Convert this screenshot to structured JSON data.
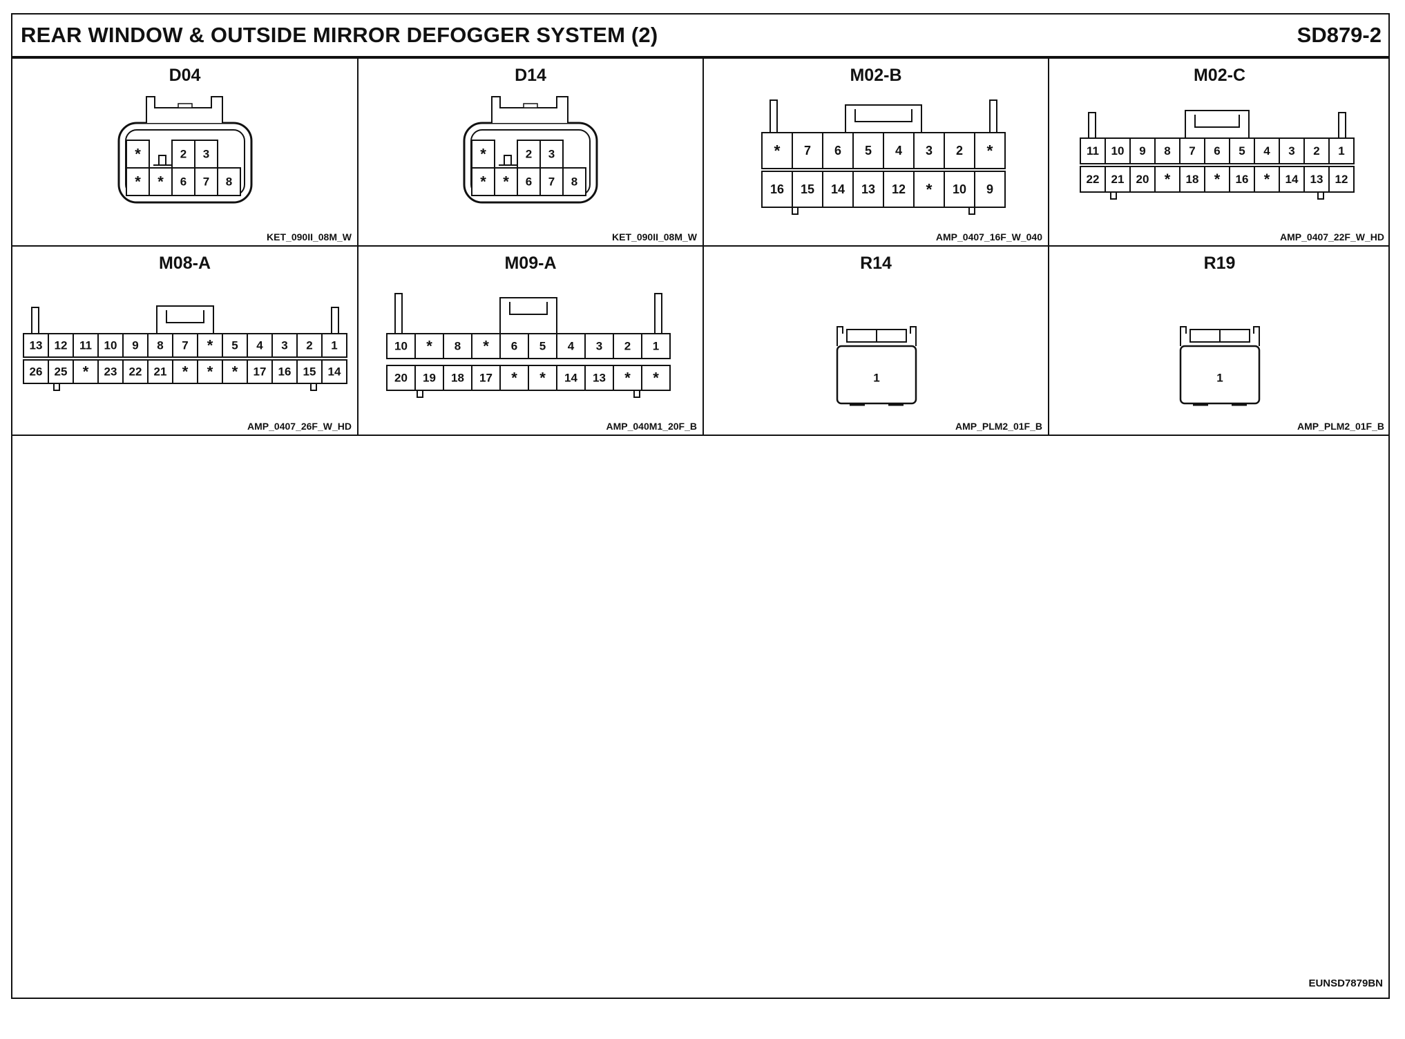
{
  "header": {
    "title": "REAR WINDOW & OUTSIDE MIRROR DEFOGGER SYSTEM (2)",
    "sheet_number": "SD879-2"
  },
  "footer_code": "EUNSD7879BN",
  "connectors": [
    {
      "id": "D04",
      "part_code": "KET_090II_08M_W",
      "shape": "ket08",
      "rows": [
        [
          "*",
          "",
          "2",
          "3"
        ],
        [
          "*",
          "*",
          "6",
          "7",
          "8"
        ]
      ]
    },
    {
      "id": "D14",
      "part_code": "KET_090II_08M_W",
      "shape": "ket08",
      "rows": [
        [
          "*",
          "",
          "2",
          "3"
        ],
        [
          "*",
          "*",
          "6",
          "7",
          "8"
        ]
      ]
    },
    {
      "id": "M02-B",
      "part_code": "AMP_0407_16F_W_040",
      "shape": "amp",
      "rows": [
        [
          "*",
          "7",
          "6",
          "5",
          "4",
          "3",
          "2",
          "*"
        ],
        [
          "16",
          "15",
          "14",
          "13",
          "12",
          "*",
          "10",
          "9"
        ]
      ]
    },
    {
      "id": "M02-C",
      "part_code": "AMP_0407_22F_W_HD",
      "shape": "amp",
      "rows": [
        [
          "11",
          "10",
          "9",
          "8",
          "7",
          "6",
          "5",
          "4",
          "3",
          "2",
          "1"
        ],
        [
          "22",
          "21",
          "20",
          "*",
          "18",
          "*",
          "16",
          "*",
          "14",
          "13",
          "12"
        ]
      ]
    },
    {
      "id": "M08-A",
      "part_code": "AMP_0407_26F_W_HD",
      "shape": "amp",
      "rows": [
        [
          "13",
          "12",
          "11",
          "10",
          "9",
          "8",
          "7",
          "*",
          "5",
          "4",
          "3",
          "2",
          "1"
        ],
        [
          "26",
          "25",
          "*",
          "23",
          "22",
          "21",
          "*",
          "*",
          "*",
          "17",
          "16",
          "15",
          "14"
        ]
      ]
    },
    {
      "id": "M09-A",
      "part_code": "AMP_040M1_20F_B",
      "shape": "amp-split",
      "rows": [
        [
          "10",
          "*",
          "8",
          "*",
          "6",
          "5",
          "4",
          "3",
          "2",
          "1"
        ],
        [
          "20",
          "19",
          "18",
          "17",
          "*",
          "*",
          "14",
          "13",
          "*",
          "*"
        ]
      ]
    },
    {
      "id": "R14",
      "part_code": "AMP_PLM2_01F_B",
      "shape": "single",
      "rows": [
        [
          "1"
        ]
      ]
    },
    {
      "id": "R19",
      "part_code": "AMP_PLM2_01F_B",
      "shape": "single",
      "rows": [
        [
          "1"
        ]
      ]
    }
  ]
}
